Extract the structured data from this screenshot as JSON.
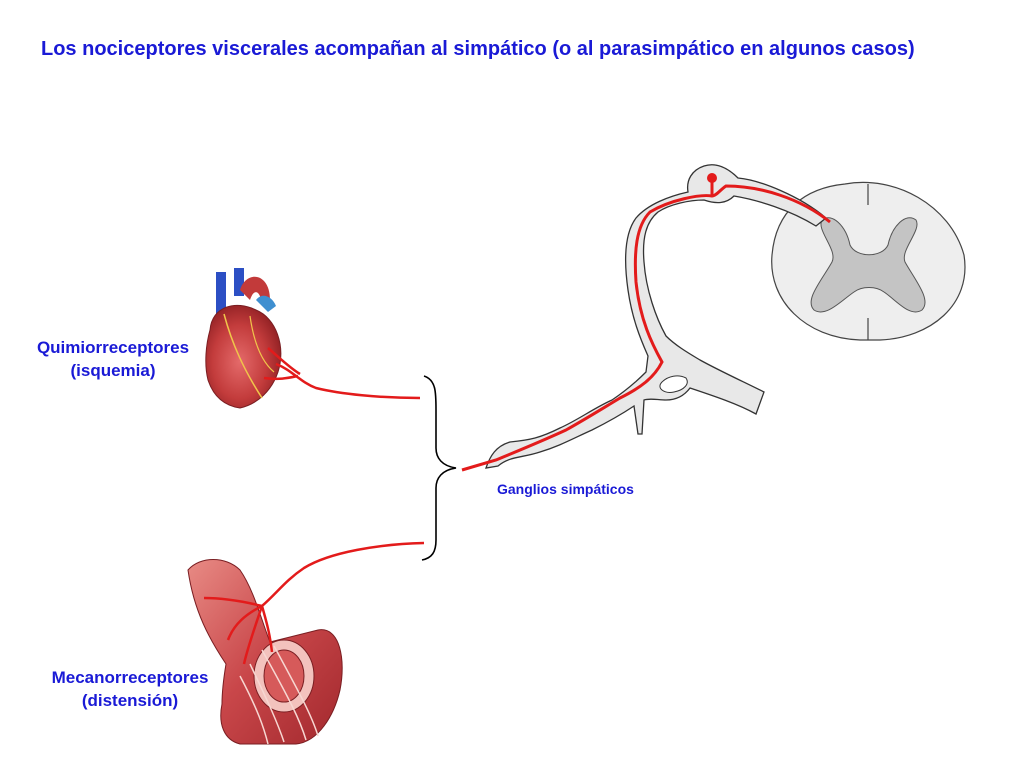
{
  "title": "Los nociceptores viscerales acompañan al simpático (o al parasimpático en algunos casos)",
  "labels": {
    "chemoreceptors": "Quimiorreceptores",
    "chemoreceptors_sub": "(isquemia)",
    "mechanoreceptors": "Mecanorreceptores",
    "mechanoreceptors_sub": "(distensión)",
    "ganglia": "Ganglios simpáticos"
  },
  "colors": {
    "text": "#1a1ad6",
    "nerve": "#e31b1b",
    "nerve_trunk": "#e8e8e8",
    "spinal_cord_white": "#eeeeee",
    "spinal_cord_grey": "#c4c4c4"
  }
}
